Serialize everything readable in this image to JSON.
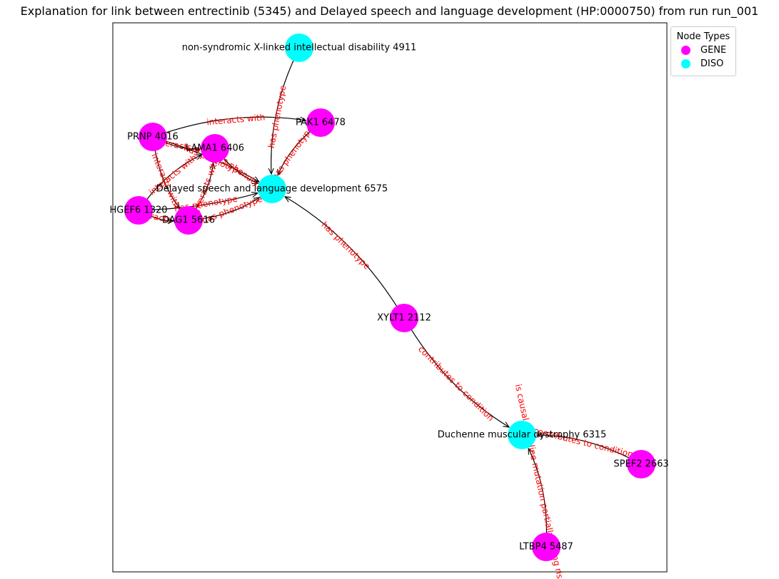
{
  "title": "Explanation for link between entrectinib (5345) and Delayed speech and language development (HP:0000750) from run run_001",
  "legend": {
    "title": "Node Types",
    "items": [
      {
        "label": "GENE",
        "color": "#ff00ff"
      },
      {
        "label": "DISO",
        "color": "#00ffff"
      }
    ]
  },
  "colors": {
    "GENE": "#ff00ff",
    "DISO": "#00ffff",
    "edge": "#000000",
    "edge_label": "#ff0000"
  },
  "nodes": [
    {
      "id": "x_linked",
      "label": "non-syndromic X-linked intellectual disability 4911",
      "type": "DISO"
    },
    {
      "id": "pak1",
      "label": "PAK1 6478",
      "type": "GENE"
    },
    {
      "id": "prnp",
      "label": "PRNP 4016",
      "type": "GENE"
    },
    {
      "id": "lama1",
      "label": "LAMA1 6406",
      "type": "GENE"
    },
    {
      "id": "delayed",
      "label": "Delayed speech and language development 6575",
      "type": "DISO"
    },
    {
      "id": "arhgef6",
      "label": "HGEF6 1320",
      "type": "GENE"
    },
    {
      "id": "dag1",
      "label": "DAG1 5616",
      "type": "GENE"
    },
    {
      "id": "xylt1",
      "label": "XYLT1 2112",
      "type": "GENE"
    },
    {
      "id": "dmd",
      "label": "Duchenne muscular dystrophy 6315",
      "type": "DISO"
    },
    {
      "id": "spef2",
      "label": "SPEF2 2663",
      "type": "GENE"
    },
    {
      "id": "ltbp4",
      "label": "LTBP4 5487",
      "type": "GENE"
    }
  ],
  "edges": [
    {
      "source": "x_linked",
      "target": "delayed",
      "label": "has phenotype"
    },
    {
      "source": "pak1",
      "target": "delayed",
      "label": "has phenotype"
    },
    {
      "source": "prnp",
      "target": "pak1",
      "label": "interacts with"
    },
    {
      "source": "prnp",
      "target": "lama1",
      "label": "interacts with"
    },
    {
      "source": "prnp",
      "target": "delayed",
      "label": "has phenotype"
    },
    {
      "source": "prnp",
      "target": "dag1",
      "label": "interacts with"
    },
    {
      "source": "lama1",
      "target": "delayed",
      "label": "has phenotype"
    },
    {
      "source": "arhgef6",
      "target": "lama1",
      "label": "interacts with"
    },
    {
      "source": "arhgef6",
      "target": "dag1",
      "label": "interacts with"
    },
    {
      "source": "arhgef6",
      "target": "delayed",
      "label": "has phenotype"
    },
    {
      "source": "dag1",
      "target": "lama1",
      "label": "interacts with"
    },
    {
      "source": "dag1",
      "target": "delayed",
      "label": "has phenotype"
    },
    {
      "source": "xylt1",
      "target": "delayed",
      "label": "has phenotype"
    },
    {
      "source": "xylt1",
      "target": "dmd",
      "label": "contributes to condition"
    },
    {
      "source": "spef2",
      "target": "dmd",
      "label": "contributes to condition"
    },
    {
      "source": "ltbp4",
      "target": "dmd",
      "label": "is causal germline mutation partially giving rise to"
    }
  ]
}
